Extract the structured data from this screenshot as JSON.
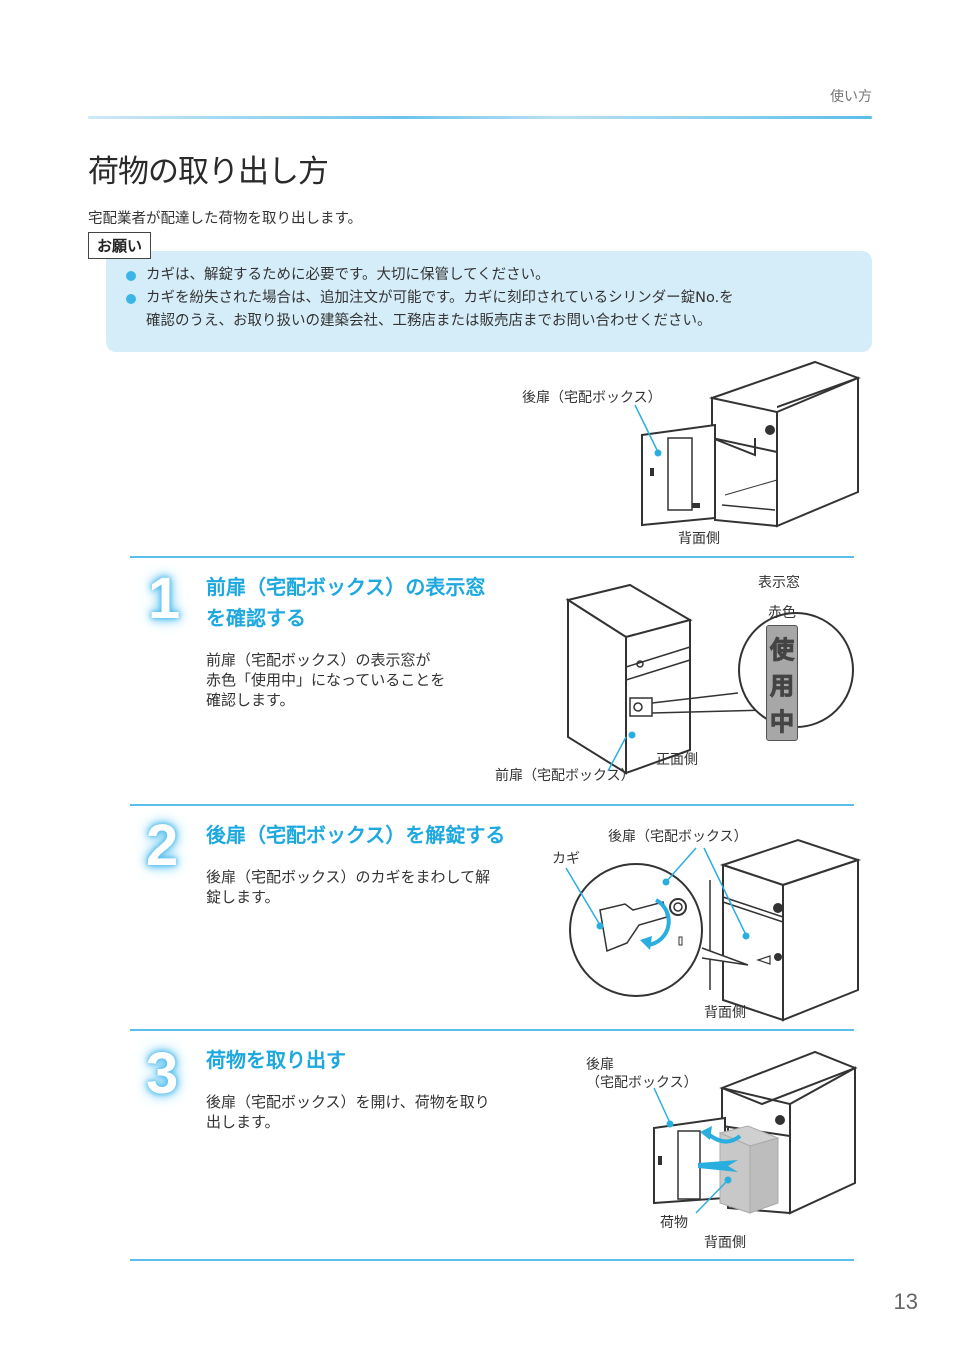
{
  "header": {
    "section_label": "使い方",
    "accent_color": "#5ac0ea"
  },
  "page": {
    "title": "荷物の取り出し方",
    "intro": "宅配業者が配達した荷物を取り出します。",
    "page_number": "13"
  },
  "notice": {
    "tag": "お願い",
    "items": [
      "カギは、解錠するために必要です。大切に保管してください。",
      "カギを紛失された場合は、追加注文が可能です。カギに刻印されているシリンダー錠No.を",
      "確認のうえ、お取り扱いの建築会社、工務店または販売店までお問い合わせください。"
    ]
  },
  "overview_figure": {
    "callout_door": "後扉（宅配ボックス）",
    "callout_side": "背面側"
  },
  "steps": [
    {
      "number": "1",
      "title_line1": "前扉（宅配ボックス）の表示窓",
      "title_line2": "を確認する",
      "desc_line1": "前扉（宅配ボックス）の表示窓が",
      "desc_line2": "赤色「使用中」になっていることを",
      "desc_line3": "確認します。",
      "figure": {
        "window_label": "表示窓",
        "color_label": "赤色",
        "indicator_chars": [
          "使",
          "用",
          "中"
        ],
        "side_label": "正面側",
        "door_label": "前扉（宅配ボックス）"
      }
    },
    {
      "number": "2",
      "title_line1": "後扉（宅配ボックス）を解錠する",
      "desc_line1": "後扉（宅配ボックス）のカギをまわして解",
      "desc_line2": "錠します。",
      "figure": {
        "key_label": "カギ",
        "door_label": "後扉（宅配ボックス）",
        "side_label": "背面側"
      }
    },
    {
      "number": "3",
      "title_line1": "荷物を取り出す",
      "desc_line1": "後扉（宅配ボックス）を開け、荷物を取り",
      "desc_line2": "出します。",
      "figure": {
        "door_label_line1": "後扉",
        "door_label_line2": "（宅配ボックス）",
        "package_label": "荷物",
        "side_label": "背面側"
      }
    }
  ]
}
